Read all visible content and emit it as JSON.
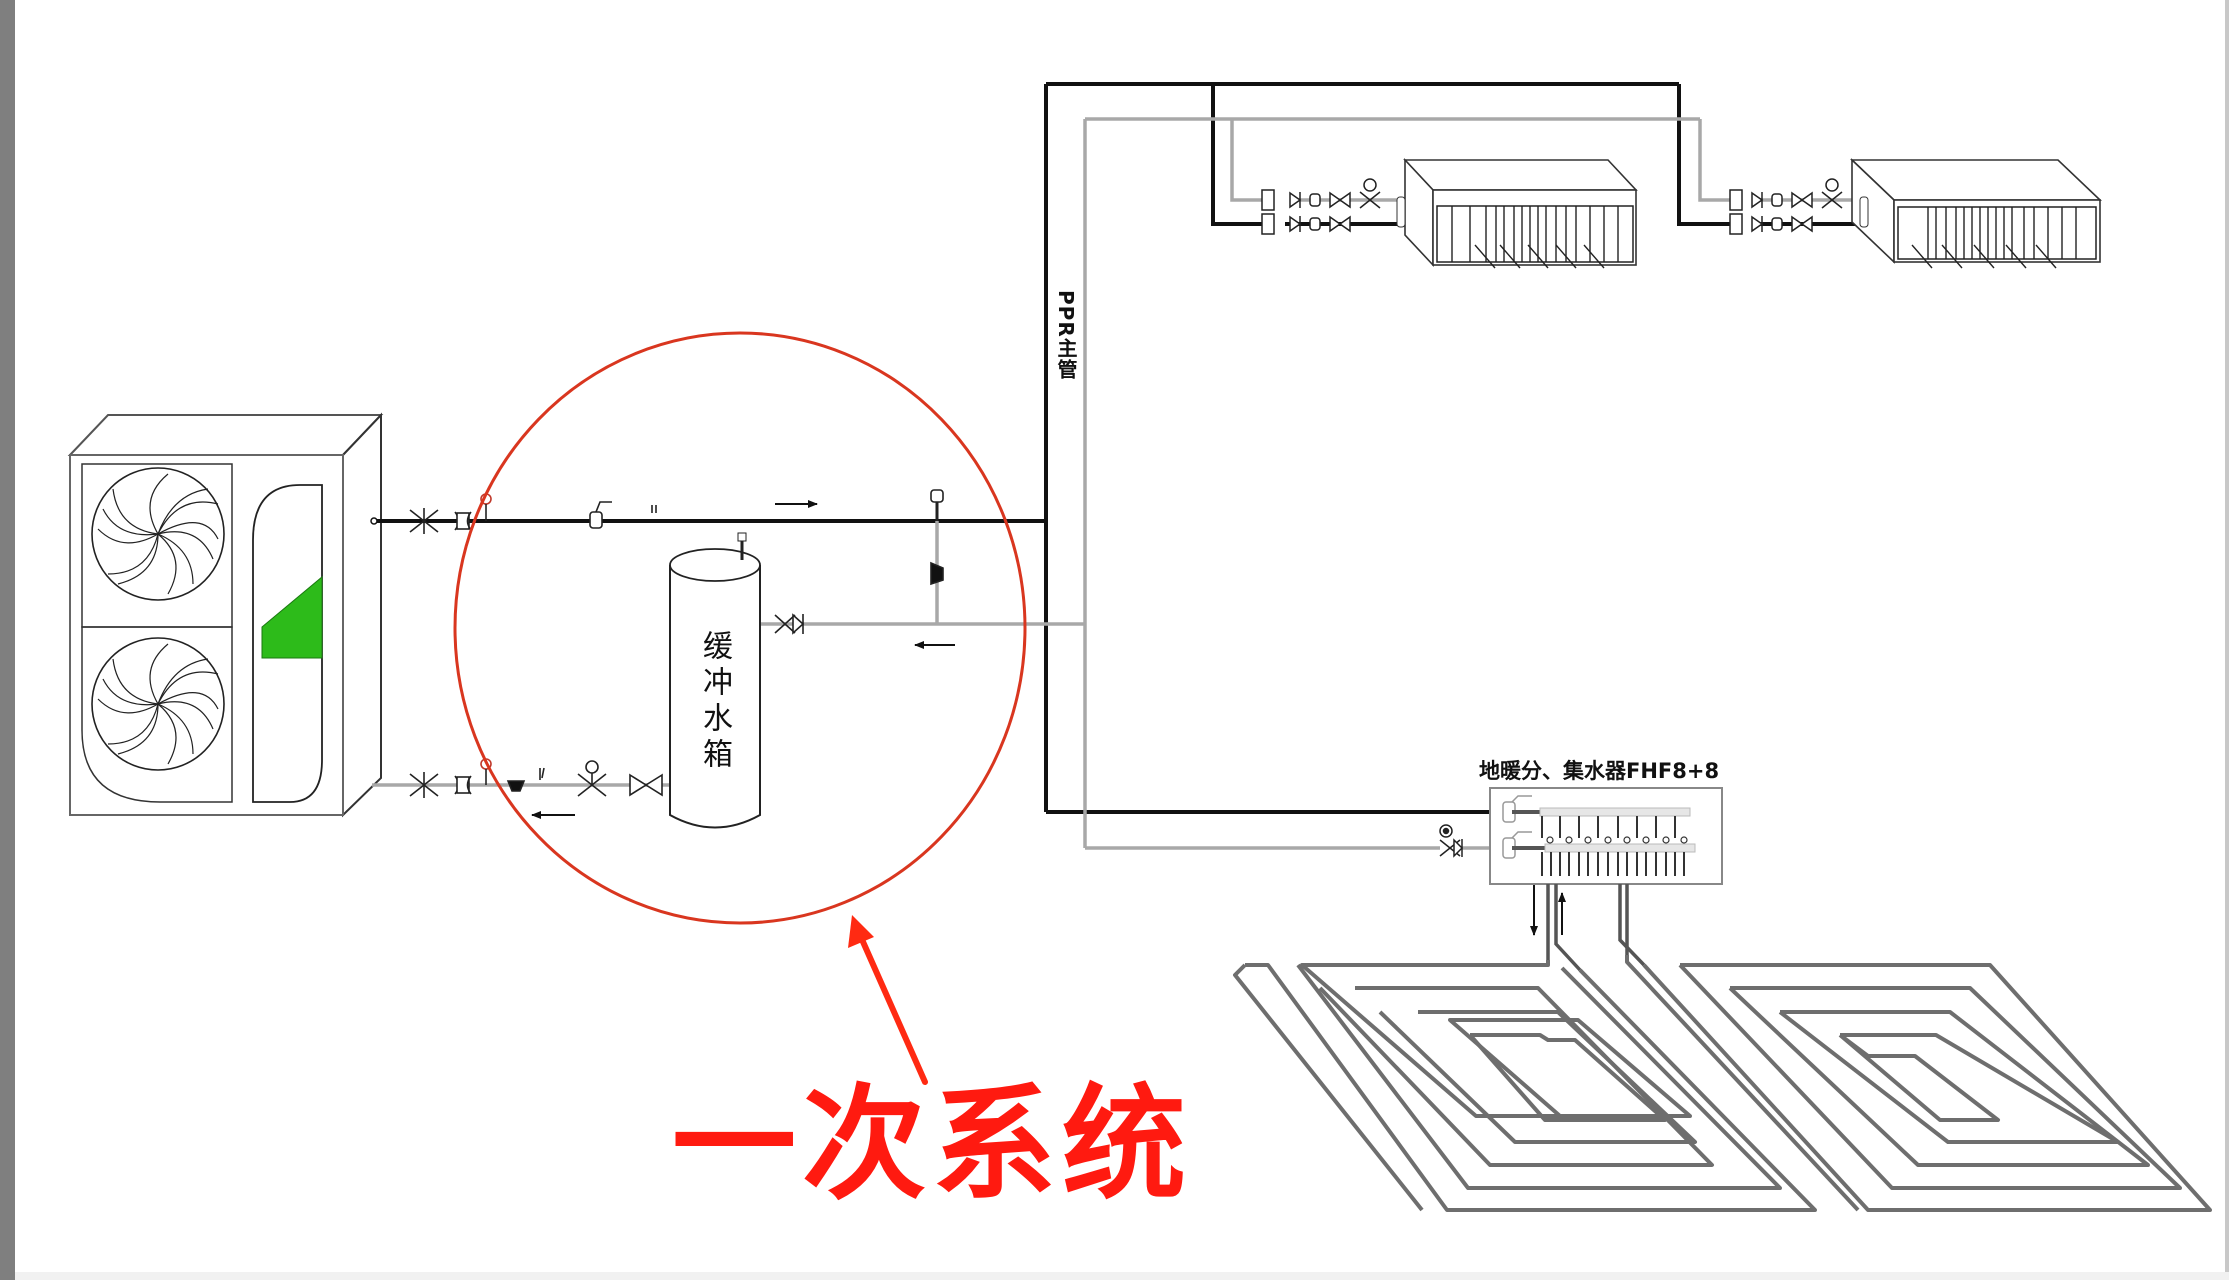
{
  "diagram": {
    "title": "一次系统",
    "colors": {
      "supply_pipe": "#111111",
      "return_pipe": "#a8a8a8",
      "annotation_red": "#d9361f",
      "title_red": "#ff1a10",
      "heat_pump_panel_green": "#2dbb1a",
      "frame_gray": "#7f7f7f"
    },
    "components": {
      "heat_pump": {
        "name": "heat-pump-outdoor-unit",
        "fans": 2
      },
      "buffer_tank": {
        "label": "缓冲水箱"
      },
      "main_riser": {
        "label": "PPR主管"
      },
      "fan_coil_units": [
        {
          "name": "fan-coil-unit-1"
        },
        {
          "name": "fan-coil-unit-2"
        }
      ],
      "manifold": {
        "label": "地暖分、集水器FHF8+8"
      },
      "floor_heating_loops": [
        {
          "name": "floor-heating-loop-1"
        },
        {
          "name": "floor-heating-loop-2"
        }
      ]
    },
    "annotations": {
      "highlight_circle": "primary-system-highlight",
      "callout_label": "一次系统"
    },
    "flow_arrows": [
      {
        "pipe": "supply",
        "direction": "right"
      },
      {
        "pipe": "riser-return",
        "direction": "left"
      },
      {
        "pipe": "heat-pump-return",
        "direction": "left"
      },
      {
        "pipe": "manifold-supply-loop",
        "direction": "down"
      },
      {
        "pipe": "manifold-return-loop",
        "direction": "up"
      }
    ]
  }
}
